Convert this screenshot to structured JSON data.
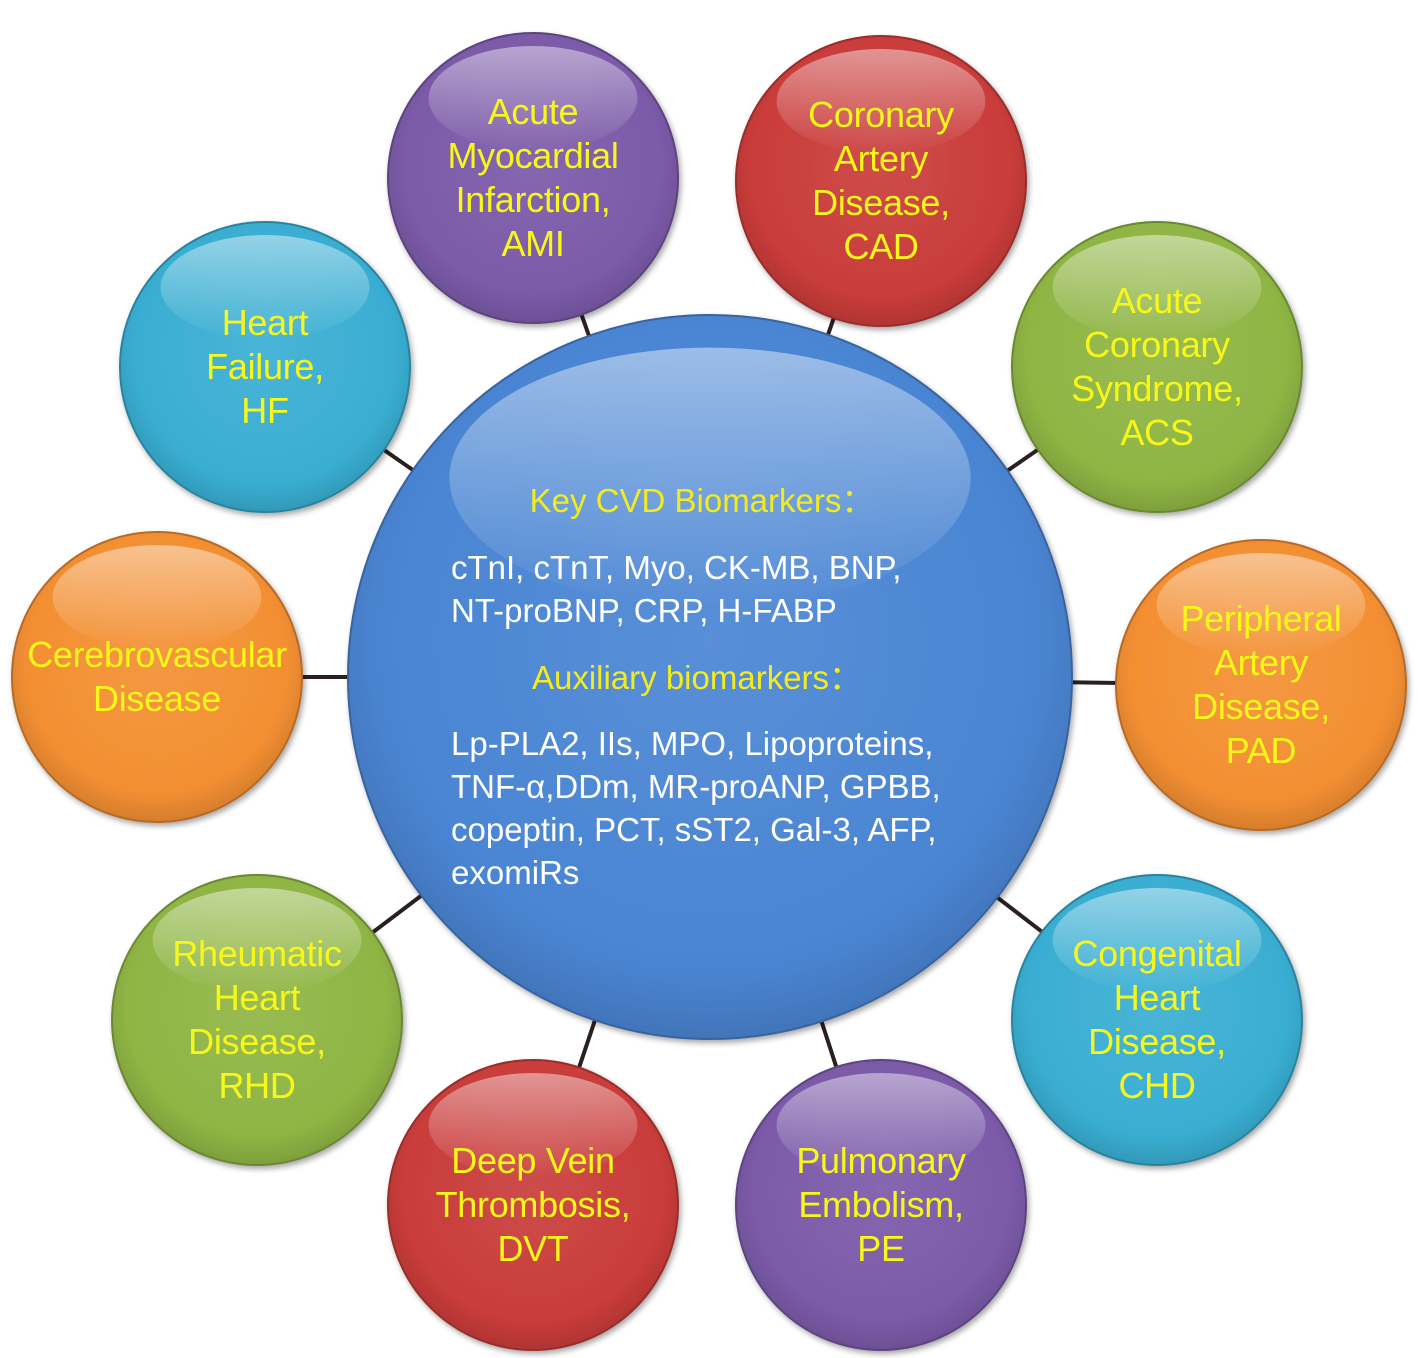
{
  "colors": {
    "label_text": "#f7f719",
    "hub_heading_text": "#f2ec1f",
    "hub_body_text": "#ffffff",
    "connector": "#2b2020",
    "hub_fill": "#4a85d3"
  },
  "hub": {
    "heading1": "Key CVD Biomarkers：",
    "list1": [
      "cTnI, cTnT, Myo, CK-MB, BNP,",
      "NT-proBNP, CRP, H-FABP"
    ],
    "heading2": "Auxiliary biomarkers：",
    "list2": [
      "Lp-PLA2, IIs, MPO, Lipoproteins,",
      "TNF-α,DDm, MR-proANP, GPBB,",
      "copeptin, PCT, sST2,  Gal-3, AFP,",
      "exomiRs"
    ]
  },
  "diseases": [
    {
      "id": "ami",
      "lines": [
        "Acute",
        "Myocardial",
        "Infarction,",
        "AMI"
      ],
      "color": "#7b5aa8"
    },
    {
      "id": "cad",
      "lines": [
        "Coronary",
        "Artery",
        "Disease,",
        "CAD"
      ],
      "color": "#c93c3a"
    },
    {
      "id": "acs",
      "lines": [
        "Acute",
        "Coronary",
        "Syndrome,",
        "ACS"
      ],
      "color": "#8fb544"
    },
    {
      "id": "pad",
      "lines": [
        "Peripheral",
        "Artery",
        "Disease,",
        "PAD"
      ],
      "color": "#f38f32"
    },
    {
      "id": "chd",
      "lines": [
        "Congenital",
        "Heart",
        "Disease,",
        "CHD"
      ],
      "color": "#39aed2"
    },
    {
      "id": "pe",
      "lines": [
        "Pulmonary",
        "Embolism,",
        "PE"
      ],
      "color": "#7b5aa8"
    },
    {
      "id": "dvt",
      "lines": [
        "Deep Vein",
        "Thrombosis,",
        "DVT"
      ],
      "color": "#c93c3a"
    },
    {
      "id": "rhd",
      "lines": [
        "Rheumatic",
        "Heart",
        "Disease,",
        "RHD"
      ],
      "color": "#8fb544"
    },
    {
      "id": "cerebrovascular",
      "lines": [
        "Cerebrovascular",
        "Disease"
      ],
      "color": "#f38f32"
    },
    {
      "id": "hf",
      "lines": [
        "Heart",
        "Failure,",
        "HF"
      ],
      "color": "#39aed2"
    }
  ]
}
